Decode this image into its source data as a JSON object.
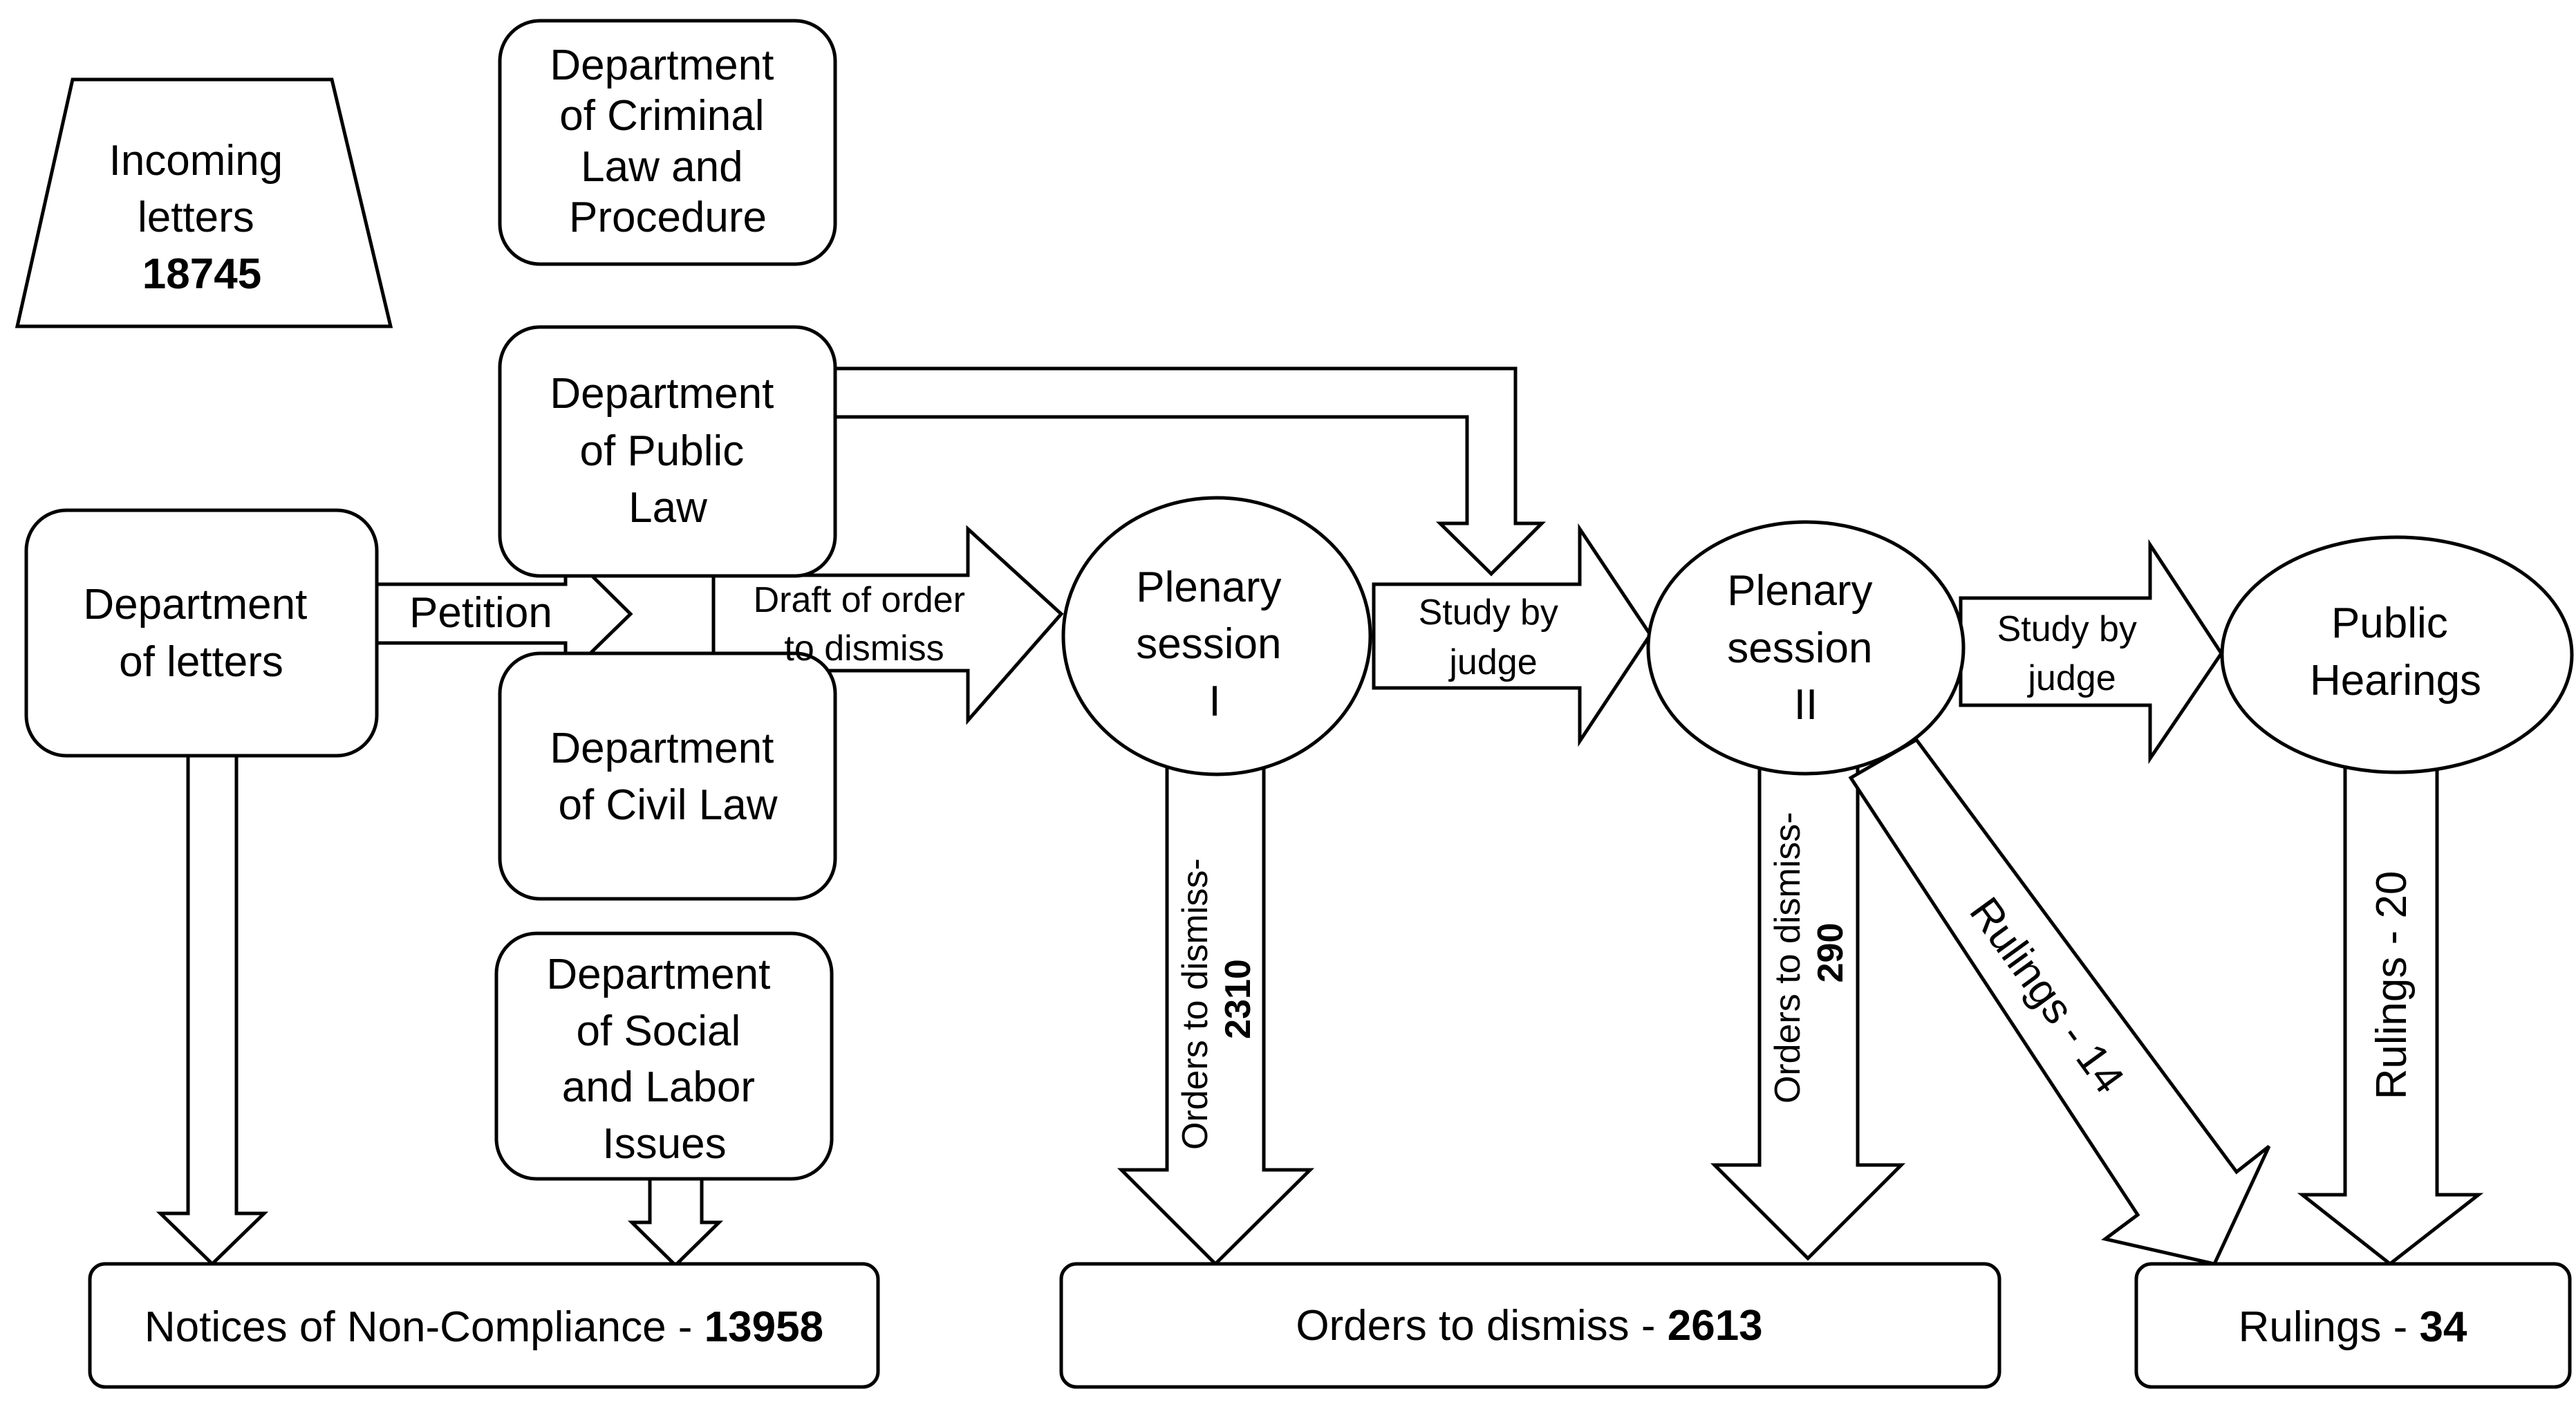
{
  "nodes": {
    "incoming_letters": {
      "lines": [
        "Incoming",
        "letters"
      ],
      "count": "18745"
    },
    "dept_criminal": {
      "lines": [
        "Department",
        "of Criminal",
        "Law and",
        "Procedure"
      ]
    },
    "dept_public": {
      "lines": [
        "Department",
        "of Public",
        "Law"
      ]
    },
    "dept_letters": {
      "lines": [
        "Department",
        "of letters"
      ]
    },
    "dept_civil": {
      "lines": [
        "Department",
        "of Civil Law"
      ]
    },
    "dept_social": {
      "lines": [
        "Department",
        "of Social",
        "and Labor",
        "Issues"
      ]
    },
    "plenary_1": {
      "lines": [
        "Plenary",
        "session",
        "I"
      ]
    },
    "plenary_2": {
      "lines": [
        "Plenary",
        "session",
        "II"
      ]
    },
    "public_hearings": {
      "lines": [
        "Public",
        "Hearings"
      ]
    },
    "notices": {
      "label": "Notices of Non-Compliance - ",
      "count": "13958"
    },
    "orders_total": {
      "label": "Orders to dismiss - ",
      "count": "2613"
    },
    "rulings_total": {
      "label": "Rulings - ",
      "count": "34"
    }
  },
  "arrows": {
    "petition": {
      "label": "Petition"
    },
    "draft_order": {
      "lines": [
        "Draft of order",
        "to dismiss"
      ]
    },
    "study_1": {
      "lines": [
        "Study by",
        "judge"
      ]
    },
    "study_2": {
      "lines": [
        "Study by",
        "judge"
      ]
    },
    "orders_1": {
      "label": "Orders to dismiss-",
      "count": "2310"
    },
    "orders_2": {
      "label": "Orders to dismiss-",
      "count": "290"
    },
    "rulings_14": {
      "label": "Rulings - 14"
    },
    "rulings_20": {
      "label": "Rulings - 20"
    }
  }
}
